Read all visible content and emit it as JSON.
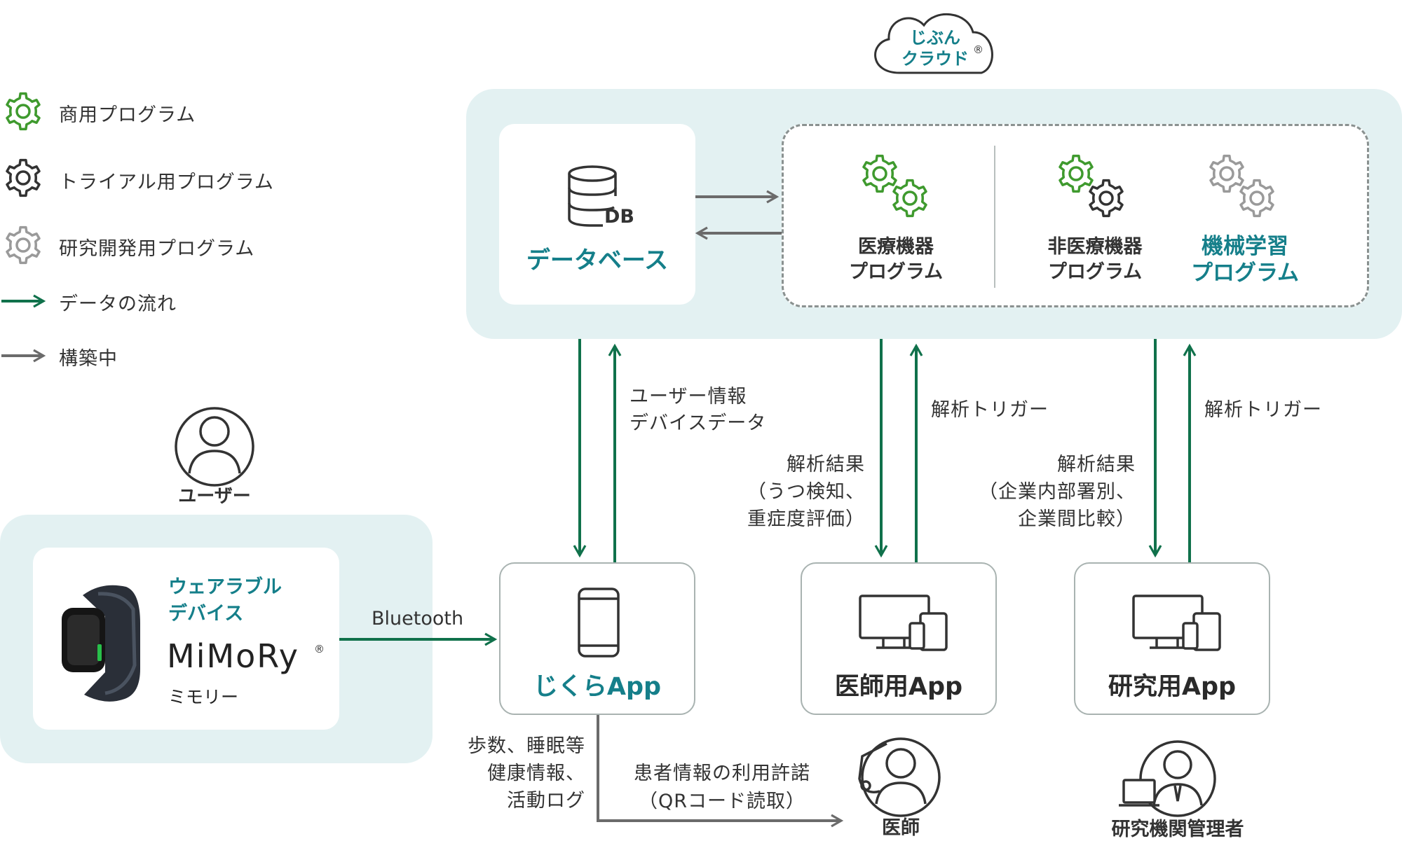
{
  "colors": {
    "green": "#10714b",
    "gray": "#6b6b6b",
    "teal": "#157f8a",
    "panel": "#e3f1f2",
    "gear_commercial": "#3f9a2e",
    "gear_trial": "#333333",
    "gear_research": "#9a9a9a"
  },
  "cloud": {
    "line1": "じぶん",
    "line2": "クラウド",
    "mark": "®"
  },
  "legend": [
    {
      "icon": "gear-commercial-icon",
      "label": "商用プログラム"
    },
    {
      "icon": "gear-trial-icon",
      "label": "トライアル用プログラム"
    },
    {
      "icon": "gear-research-icon",
      "label": "研究開発用プログラム"
    },
    {
      "icon": "green-arrow-icon",
      "label": "データの流れ"
    },
    {
      "icon": "gray-arrow-icon",
      "label": "構築中"
    }
  ],
  "database": {
    "icon_text": "DB",
    "label": "データベース"
  },
  "programs": {
    "medical": {
      "line1": "医療機器",
      "line2": "プログラム"
    },
    "non_medical": {
      "line1": "非医療機器",
      "line2": "プログラム"
    },
    "ml": {
      "line1": "機械学習",
      "line2": "プログラム"
    }
  },
  "flow_labels": {
    "user_info": {
      "line1": "ユーザー情報",
      "line2": "デバイスデータ"
    },
    "trigger_doctor": "解析トリガー",
    "trigger_research": "解析トリガー",
    "result_doctor": {
      "line1": "解析結果",
      "line2": "（うつ検知、",
      "line3": "重症度評価）"
    },
    "result_research": {
      "line1": "解析結果",
      "line2": "（企業内部署別、",
      "line3": "企業間比較）"
    },
    "bluetooth": "Bluetooth",
    "app_data": {
      "line1": "歩数、睡眠等",
      "line2": "健康情報、",
      "line3": "活動ログ"
    },
    "consent": {
      "line1": "患者情報の利用許諾",
      "line2": "（QRコード読取）"
    }
  },
  "user": {
    "label": "ユーザー"
  },
  "wearable": {
    "line1": "ウェアラブル",
    "line2": "デバイス",
    "brand": "MiMoRy",
    "mark": "®",
    "kana": "ミモリー"
  },
  "apps": {
    "jikura": "じくらApp",
    "doctor": "医師用App",
    "research": "研究用App"
  },
  "actors": {
    "doctor": "医師",
    "admin": "研究機関管理者"
  }
}
